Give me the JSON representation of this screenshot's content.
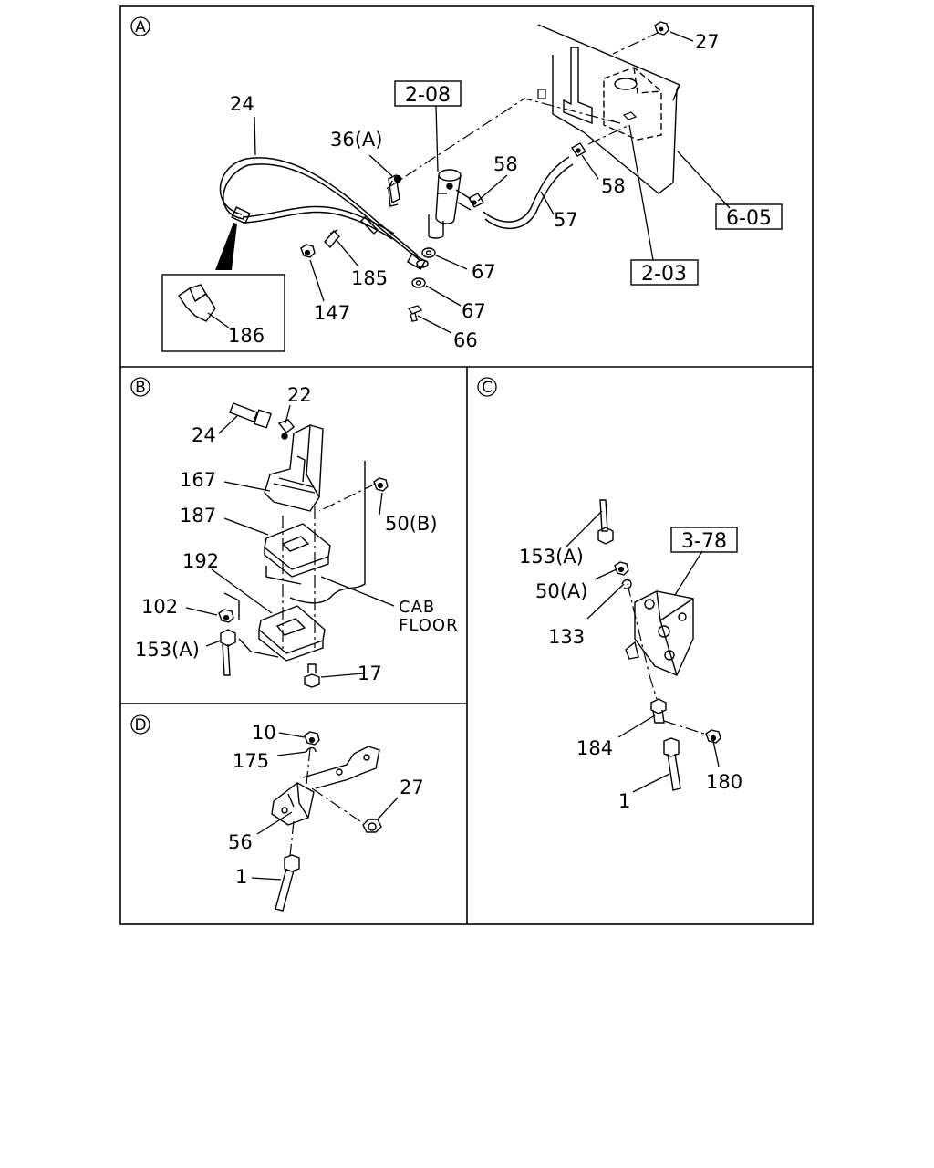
{
  "sections": {
    "A": {
      "marker": "A",
      "labels": {
        "n27": "27",
        "n24": "24",
        "n36a": "36(A)",
        "n58a": "58",
        "n58b": "58",
        "n57": "57",
        "n185": "185",
        "n147": "147",
        "n67a": "67",
        "n67b": "67",
        "n66": "66",
        "n186": "186"
      },
      "refs": {
        "r208": "2-08",
        "r605": "6-05",
        "r203": "2-03"
      }
    },
    "B": {
      "marker": "B",
      "labels": {
        "n22": "22",
        "n24": "24",
        "n167": "167",
        "n187": "187",
        "n50b": "50(B)",
        "n192": "192",
        "n102": "102",
        "n153a": "153(A)",
        "n17": "17",
        "cab1": "CAB",
        "cab2": "FLOOR"
      }
    },
    "C": {
      "marker": "C",
      "labels": {
        "n153a": "153(A)",
        "n50a": "50(A)",
        "n133": "133",
        "n184": "184",
        "n180": "180",
        "n1": "1"
      },
      "refs": {
        "r378": "3-78"
      }
    },
    "D": {
      "marker": "D",
      "labels": {
        "n10": "10",
        "n175": "175",
        "n27": "27",
        "n56": "56",
        "n1": "1"
      }
    }
  }
}
